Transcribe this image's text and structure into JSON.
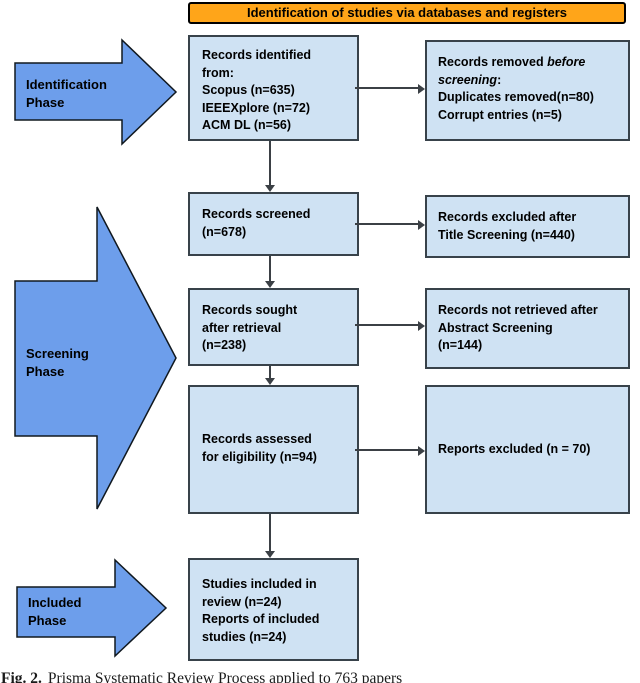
{
  "banner": {
    "label": "Identification of studies via databases and registers"
  },
  "phases": [
    {
      "label": "Identification\nPhase"
    },
    {
      "label": "Screening\nPhase"
    },
    {
      "label": "Included\nPhase"
    }
  ],
  "main_boxes": [
    {
      "text": "Records identified\nfrom:\nScopus (n=635)\nIEEEXplore (n=72)\nACM DL (n=56)"
    },
    {
      "text": "Records screened\n(n=678)"
    },
    {
      "text": "Records sought\nafter retrieval\n(n=238)"
    },
    {
      "text": "Records assessed\nfor eligibility (n=94)"
    },
    {
      "text": "Studies included in\nreview (n=24)\nReports of included\nstudies (n=24)"
    }
  ],
  "side_boxes": {
    "removed_before_screening": {
      "line1_normal": "Records removed ",
      "line1_italic": "before",
      "line2_italic": "screening",
      "line2_normal": ":",
      "line3": "Duplicates removed(n=80)",
      "line4": "Corrupt entries (n=5)"
    },
    "excluded_after_title": {
      "text": "Records excluded after\nTitle Screening (n=440)"
    },
    "not_retrieved": {
      "text": "Records not retrieved after\nAbstract Screening\n(n=144)"
    },
    "reports_excluded": {
      "text": "Reports excluded (n = 70)"
    }
  },
  "caption": {
    "label": "Fig. 2.",
    "text": "Prisma Systematic Review Process applied to 763 papers"
  },
  "colors": {
    "banner_fill": "#FFA519",
    "box_fill": "#CFE2F3",
    "box_border": "#38424A",
    "arrow_fill": "#6D9EEB",
    "arrow_stroke": "#10181F",
    "connector": "#3B4045"
  }
}
